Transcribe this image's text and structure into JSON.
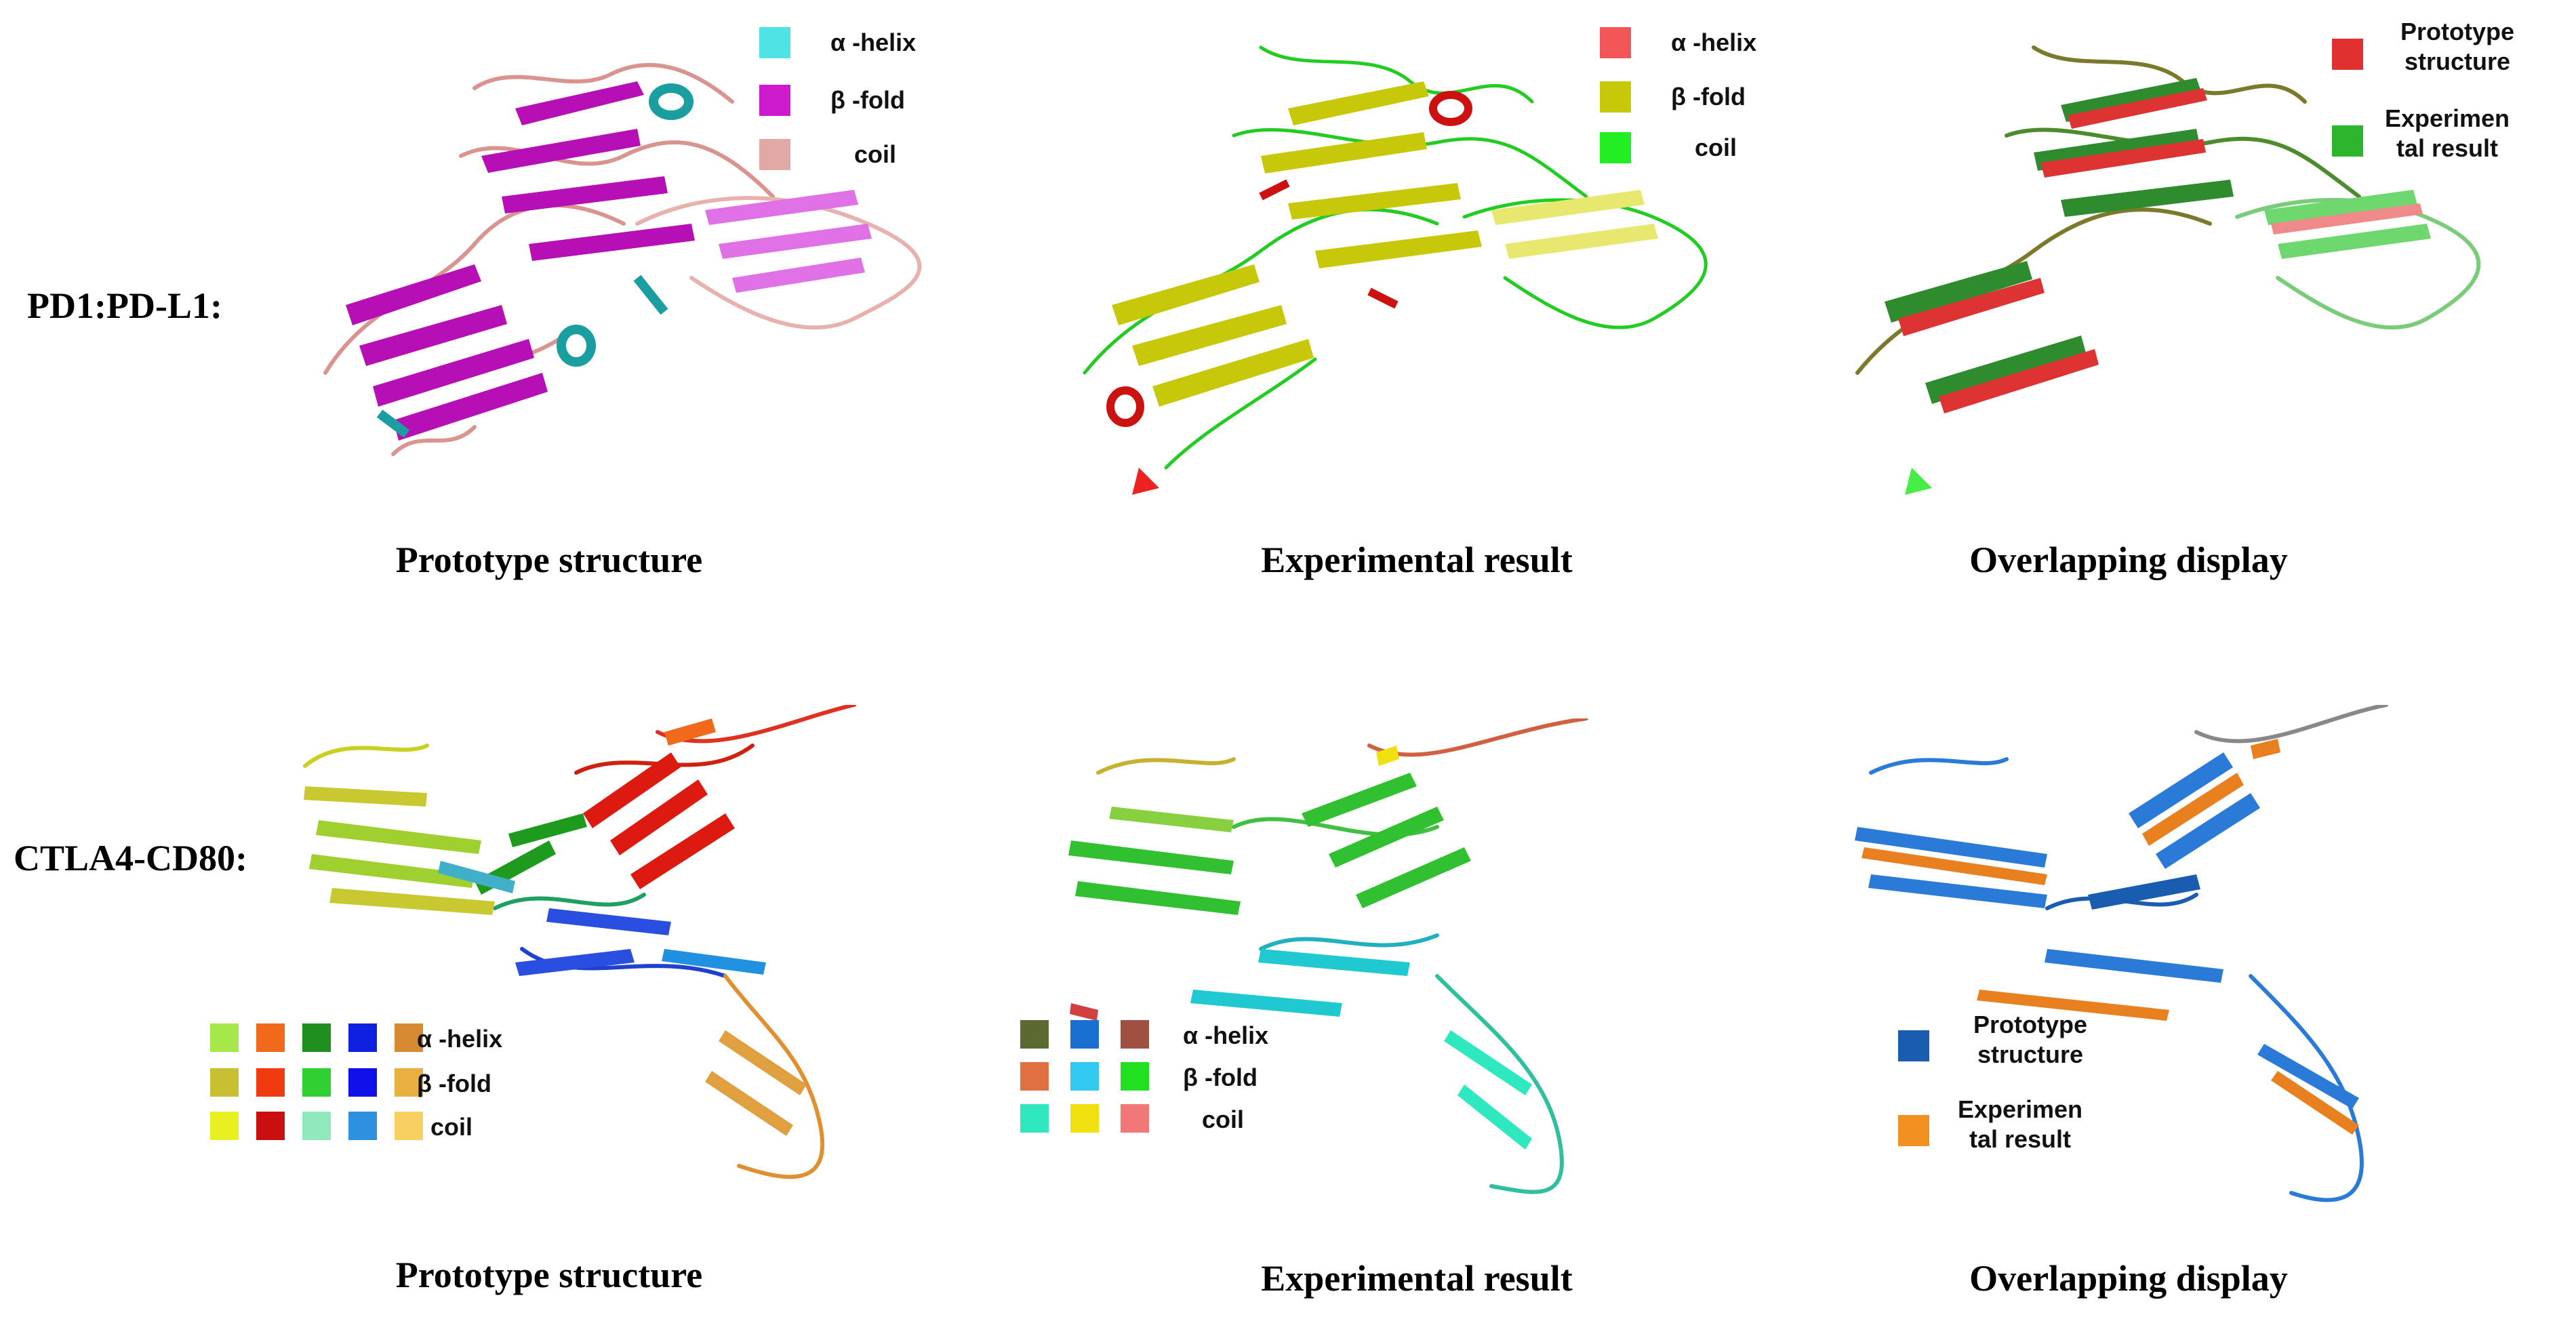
{
  "rows": [
    {
      "label": "PD1:PD-L1:",
      "panels": [
        {
          "caption": "Prototype structure",
          "legend": [
            {
              "text": "α -helix",
              "color": "#4fe3e6"
            },
            {
              "text": "β -fold",
              "color": "#cc1acc"
            },
            {
              "text": "coil",
              "color": "#d9948f"
            }
          ]
        },
        {
          "caption": "Experimental result",
          "legend": [
            {
              "text": "α -helix",
              "color": "#f25555"
            },
            {
              "text": "β -fold",
              "color": "#c8c80a"
            },
            {
              "text": "coil",
              "color": "#22ee22"
            }
          ]
        },
        {
          "caption": "Overlapping display",
          "legend": [
            {
              "text": "Prototype structure",
              "color": "#e03030"
            },
            {
              "text": "Experimen tal result",
              "color": "#2db52d"
            }
          ]
        }
      ]
    },
    {
      "label": "CTLA4-CD80:",
      "panels": [
        {
          "caption": "Prototype structure",
          "legend_labels": [
            "α -helix",
            "β -fold",
            "coil"
          ],
          "legend_colors": [
            [
              "#a6e84a",
              "#f06a1a",
              "#1f8f1f",
              "#1020e0",
              "#d88a30"
            ],
            [
              "#c8c030",
              "#f03a10",
              "#30d030",
              "#1010e8",
              "#e8b040"
            ],
            [
              "#e6f020",
              "#c81010",
              "#60e0a0",
              "#3090e0",
              "#f8d060"
            ]
          ]
        },
        {
          "caption": "Experimental result",
          "legend_labels": [
            "α -helix",
            "β -fold",
            "coil"
          ],
          "legend_colors": [
            [
              "#5a6a30",
              "#1a70d0",
              "#a05040"
            ],
            [
              "#e07040",
              "#30c8f0",
              "#20e020"
            ],
            [
              "#30e8c0",
              "#f0e010",
              "#f06060"
            ]
          ]
        },
        {
          "caption": "Overlapping display",
          "legend": [
            {
              "text": "Prototype structure",
              "color": "#1a5cb0"
            },
            {
              "text": "Experimen tal result",
              "color": "#f29020"
            }
          ]
        }
      ]
    }
  ]
}
